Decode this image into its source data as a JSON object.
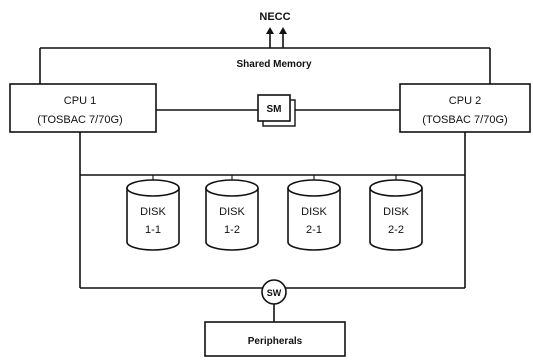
{
  "top_label": "NECC",
  "shared_memory_label": "Shared Memory",
  "sm_label": "SM",
  "cpu1": {
    "line1": "CPU 1",
    "line2": "(TOSBAC 7/70G)"
  },
  "cpu2": {
    "line1": "CPU 2",
    "line2": "(TOSBAC 7/70G)"
  },
  "disks": [
    {
      "line1": "DISK",
      "line2": "1-1"
    },
    {
      "line1": "DISK",
      "line2": "1-2"
    },
    {
      "line1": "DISK",
      "line2": "2-1"
    },
    {
      "line1": "DISK",
      "line2": "2-2"
    }
  ],
  "sw_label": "SW",
  "peripherals_label": "Peripherals"
}
